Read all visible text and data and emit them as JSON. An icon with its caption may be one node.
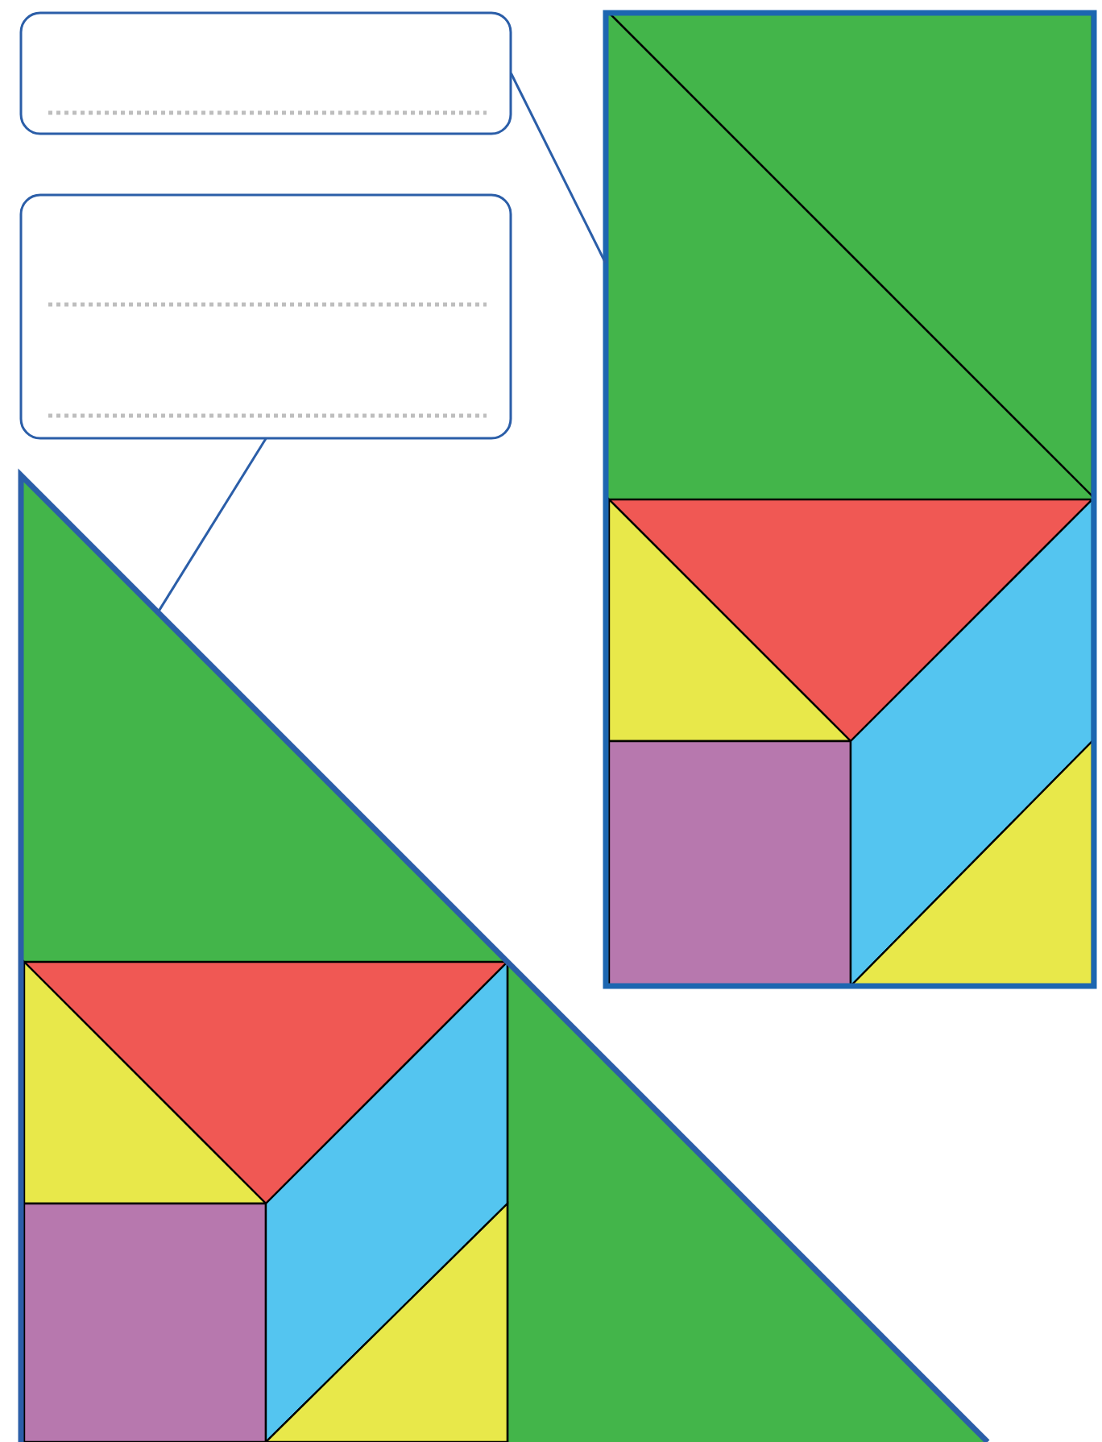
{
  "diagram": {
    "nodes": [
      {
        "text": [],
        "shape": "box"
      },
      {
        "text": [],
        "shape": "box"
      },
      {
        "text": [],
        "shape": "box"
      },
      {
        "text": [],
        "shape": "triangle"
      }
    ],
    "edges": [
      {
        "from": 0,
        "to": 2,
        "arrow": "none"
      },
      {
        "from": 1,
        "to": 3,
        "arrow": "none"
      }
    ]
  }
}
